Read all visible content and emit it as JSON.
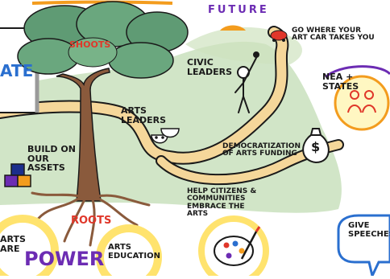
{
  "labels": {
    "future": "FUTURE",
    "go_where": "GO WHERE YOUR\nART CAR TAKES YOU",
    "shoots": "SHOOTS",
    "civic_leaders": "CIVIC\nLEADERS",
    "nea_states": "NEA + STATES",
    "arts_leaders": "ARTS\nLEADERS",
    "build_on": "BUILD ON\nOUR\nASSETS",
    "democratization": "DEMOCRATIZATION\nOF ARTS FUNDING",
    "help_citizens": "HELP CITIZENS &\nCOMMUNITIES\nEMBRACE THE\nARTS",
    "roots": "ROOTS",
    "arts_ed": "ARTS\nEDUCATION",
    "arts_are": "ARTS\nARE",
    "power": "POWER",
    "give_speeches": "GIVE\nSPEECHES",
    "ate": "ATE",
    "dollar": "$"
  },
  "colors": {
    "red": "#e0372a",
    "purple": "#6c2cb3",
    "blue": "#2a6fcf",
    "black": "#1a1a1a",
    "trunk": "#8a5a3c",
    "foliage": "#5f9b74",
    "grass": "#b9d7a9",
    "path": "#f5d79a",
    "orange": "#f39c1e",
    "yellow": "#ffe36e"
  }
}
